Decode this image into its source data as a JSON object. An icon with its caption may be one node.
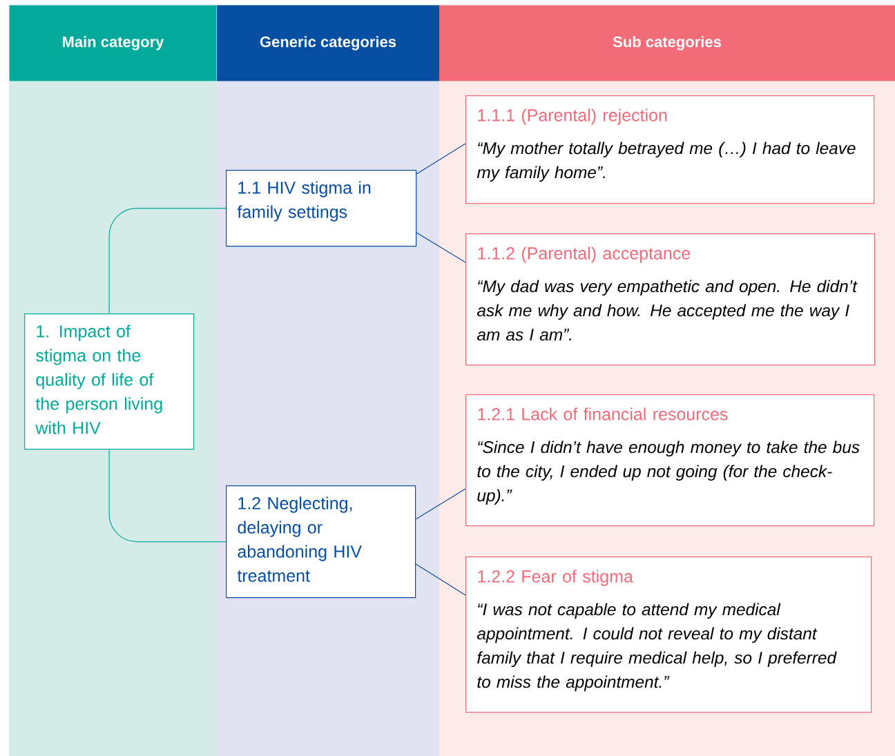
{
  "diagram": {
    "nodes": [
      {
        "text": [
          "Main category"
        ]
      },
      {
        "text": [
          "Generic categories"
        ]
      },
      {
        "text": [
          "Sub categories"
        ]
      },
      {
        "text": [
          "1. Impact of stigma on the quality of life of the person living with HIV"
        ]
      },
      {
        "text": [
          "1.1 HIV stigma in family settings"
        ]
      },
      {
        "text": [
          "1.2 Neglecting, delaying or abandoning HIV treatment"
        ]
      },
      {
        "text": [
          "1.1.1 (Parental) rejection",
          "“My mother totally betrayed me (…) I had to leave my family home”."
        ]
      },
      {
        "text": [
          "1.1.2 (Parental) acceptance",
          "“My dad was very empathetic and open. He didn’t ask me why and how. He accepted me the way I am as I am”."
        ]
      },
      {
        "text": [
          "1.2.1 Lack of financial resources",
          "“Since I didn’t have enough money to take the bus to the city, I ended up not going (for the check-up).”"
        ]
      },
      {
        "text": [
          "1.2.2 Fear of stigma",
          "“I was not capable to attend my medical appointment. I could not reveal to my distant family that I require medical help, so I preferred to miss the appointment.”"
        ]
      }
    ],
    "edges": [
      {
        "from": 3,
        "to": 4,
        "arrow": "none",
        "color": "#00a99a"
      },
      {
        "from": 3,
        "to": 5,
        "arrow": "none",
        "color": "#00a99a"
      },
      {
        "from": 4,
        "to": 6,
        "arrow": "none"
      },
      {
        "from": 4,
        "to": 7,
        "arrow": "none"
      },
      {
        "from": 5,
        "to": 8,
        "arrow": "none"
      },
      {
        "from": 5,
        "to": 9,
        "arrow": "none"
      }
    ]
  }
}
